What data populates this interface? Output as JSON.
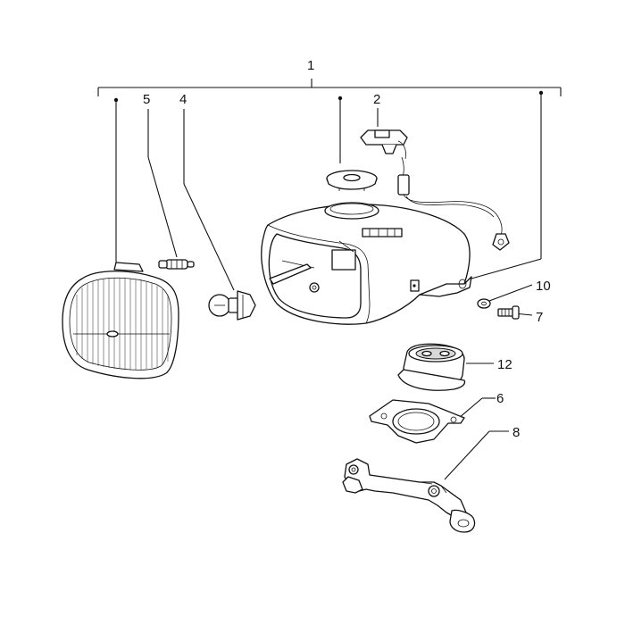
{
  "callouts": {
    "c1": "1",
    "c2": "2",
    "c4": "4",
    "c5": "5",
    "c6": "6",
    "c7": "7",
    "c8": "8",
    "c10": "10",
    "c12": "12"
  }
}
